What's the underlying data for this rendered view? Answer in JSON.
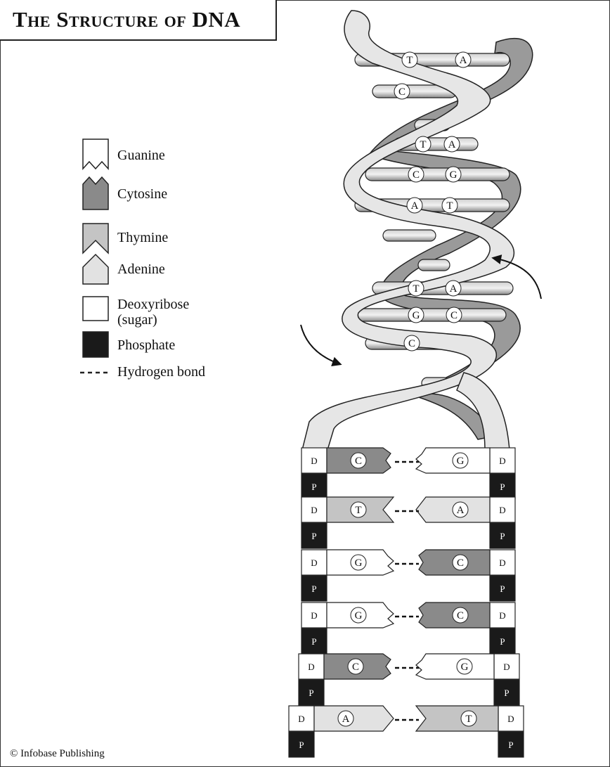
{
  "title": "The Structure of DNA",
  "legend": [
    {
      "key": "guanine",
      "label": "Guanine"
    },
    {
      "key": "cytosine",
      "label": "Cytosine"
    },
    {
      "key": "thymine",
      "label": "Thymine"
    },
    {
      "key": "adenine",
      "label": "Adenine"
    },
    {
      "key": "deoxyribose",
      "label": "Deoxyribose\n(sugar)"
    },
    {
      "key": "phosphate",
      "label": "Phosphate"
    },
    {
      "key": "hydrogen-bond",
      "label": "Hydrogen bond"
    }
  ],
  "colors": {
    "guanine": "#ffffff",
    "cytosine": "#8a8a8a",
    "thymine": "#c4c4c4",
    "adenine": "#e2e2e2",
    "deoxyribose": "#ffffff",
    "phosphate": "#1a1a1a",
    "ribbon_front": "#e6e6e6",
    "ribbon_back": "#9a9a9a"
  },
  "sugar_letter": "D",
  "phosphate_letter": "P",
  "helix_pairs": [
    [
      "T",
      "A"
    ],
    [
      "C",
      ""
    ],
    [
      "T",
      "A"
    ],
    [
      "C",
      "G"
    ],
    [
      "A",
      "T"
    ],
    [
      "T",
      "A"
    ],
    [
      "G",
      "C"
    ],
    [
      "C",
      ""
    ]
  ],
  "ladder_pairs": [
    [
      "C",
      "G"
    ],
    [
      "T",
      "A"
    ],
    [
      "G",
      "C"
    ],
    [
      "G",
      "C"
    ],
    [
      "C",
      "G"
    ],
    [
      "A",
      "T"
    ]
  ],
  "credit": "© Infobase Publishing"
}
